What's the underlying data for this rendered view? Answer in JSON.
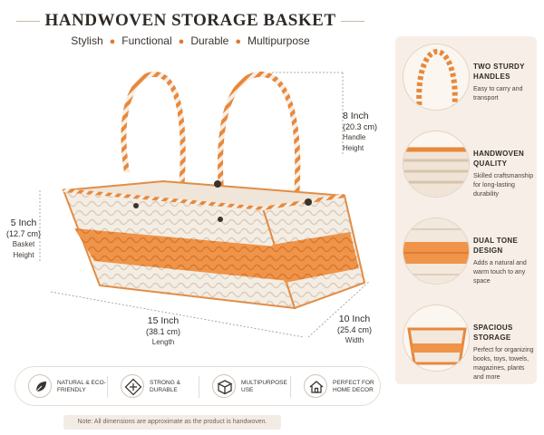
{
  "header": {
    "title": "HANDWOVEN STORAGE BASKET",
    "subtitle": [
      "Stylish",
      "Functional",
      "Durable",
      "Multipurpose"
    ]
  },
  "dimensions": {
    "handle": {
      "inch": "8 Inch",
      "cm": "(20.3 cm)",
      "label_1": "Handle",
      "label_2": "Height"
    },
    "basket": {
      "inch": "5 Inch",
      "cm": "(12.7 cm)",
      "label_1": "Basket",
      "label_2": "Height"
    },
    "length": {
      "inch": "15 Inch",
      "cm": "(38.1 cm)",
      "label": "Length"
    },
    "width": {
      "inch": "10 Inch",
      "cm": "(25.4 cm)",
      "label": "Width"
    }
  },
  "features": [
    {
      "icon": "handles-closeup-icon",
      "title": "TWO STURDY HANDLES",
      "desc": "Easy to carry and transport"
    },
    {
      "icon": "weave-closeup-icon",
      "title": "HANDWOVEN QUALITY",
      "desc": "Skilled craftsmanship for long-lasting durability"
    },
    {
      "icon": "dual-tone-closeup-icon",
      "title": "DUAL TONE DESIGN",
      "desc": "Adds a natural and warm touch to any space"
    },
    {
      "icon": "storage-closeup-icon",
      "title": "SPACIOUS STORAGE",
      "desc": "Perfect for organizing books, toys, towels, magazines, plants and more"
    }
  ],
  "badges": [
    {
      "icon": "leaf-icon",
      "label": "NATURAL & ECO-FRIENDLY"
    },
    {
      "icon": "weave-icon",
      "label": "STRONG & DURABLE"
    },
    {
      "icon": "box-icon",
      "label": "MULTIPURPOSE USE"
    },
    {
      "icon": "house-icon",
      "label": "PERFECT FOR HOME DECOR"
    }
  ],
  "note": "Note: All dimensions are approximate as the product is handwoven.",
  "colors": {
    "accent": "#e07a2e",
    "cream": "#f3ece3",
    "dark": "#2f2a26",
    "panel": "#f7efe7"
  }
}
